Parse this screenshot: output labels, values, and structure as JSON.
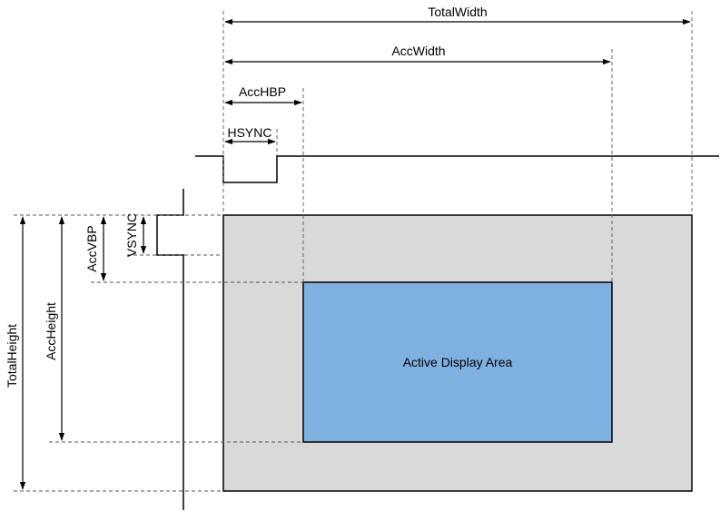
{
  "labels": {
    "total_width": "TotalWidth",
    "acc_width": "AccWidth",
    "acc_hbp": "AccHBP",
    "hsync": "HSYNC",
    "total_height": "TotalHeight",
    "acc_height": "AccHeight",
    "acc_vbp": "AccVBP",
    "vsync": "VSYNC",
    "active_area": "Active Display Area"
  },
  "colors": {
    "total_area_fill": "#d9d9d9",
    "active_area_fill": "#7fb1e0",
    "line": "#000000",
    "dashed_guide": "#555555"
  }
}
